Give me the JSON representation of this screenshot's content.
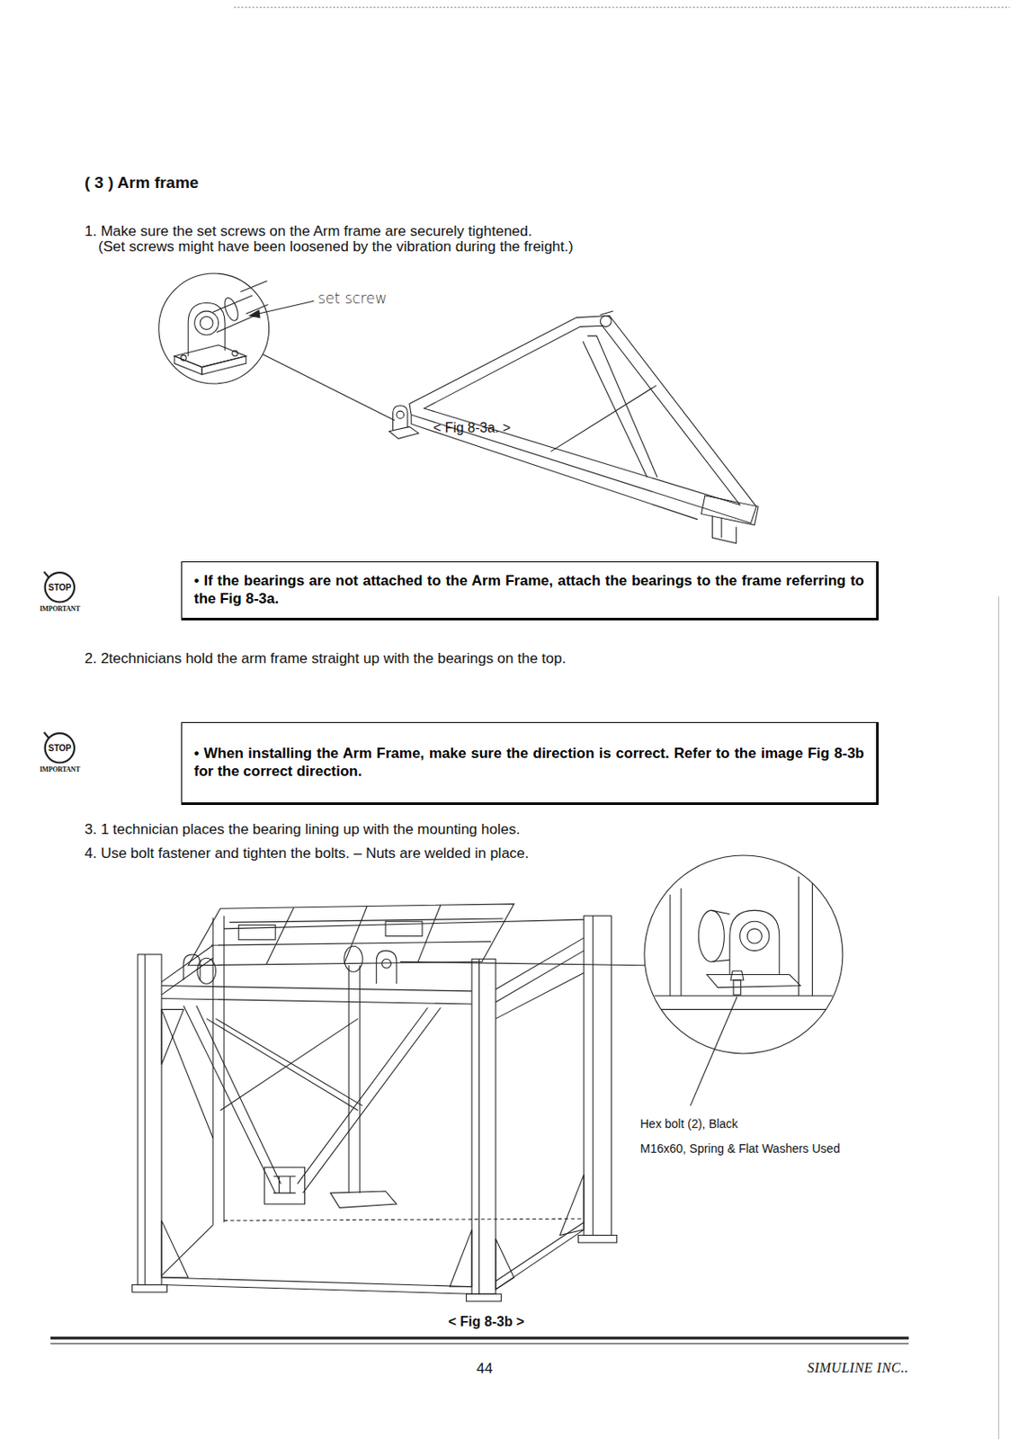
{
  "diagram": {
    "title": "( 3 ) Arm frame",
    "nodes": [
      {
        "text": [
          "• If the bearings are not attached to the Arm Frame, attach the bearings to the frame referring to the Fig 8-3a."
        ]
      },
      {
        "text": [
          "• When installing the Arm Frame, make sure the direction is correct. Refer to the image Fig 8-3b for the correct direction."
        ]
      }
    ],
    "labels": [
      "1. Make sure the set screws on the Arm frame are securely tightened.",
      "(Set screws might have been loosened by the vibration during the freight.)",
      "set screw",
      "< Fig 8-3a. >",
      "STOP",
      "IMPORTANT",
      "2. 2technicians hold the arm frame straight up with the bearings on the top.",
      "STOP",
      "IMPORTANT",
      "3. 1 technician places the bearing lining up with the mounting holes.",
      "4. Use bolt fastener and tighten the bolts. – Nuts are welded in place.",
      "Hex bolt (2), Black",
      "M16x60, Spring & Flat Washers Used",
      "< Fig 8-3b >",
      "44",
      "SIMULINE INC.."
    ]
  }
}
